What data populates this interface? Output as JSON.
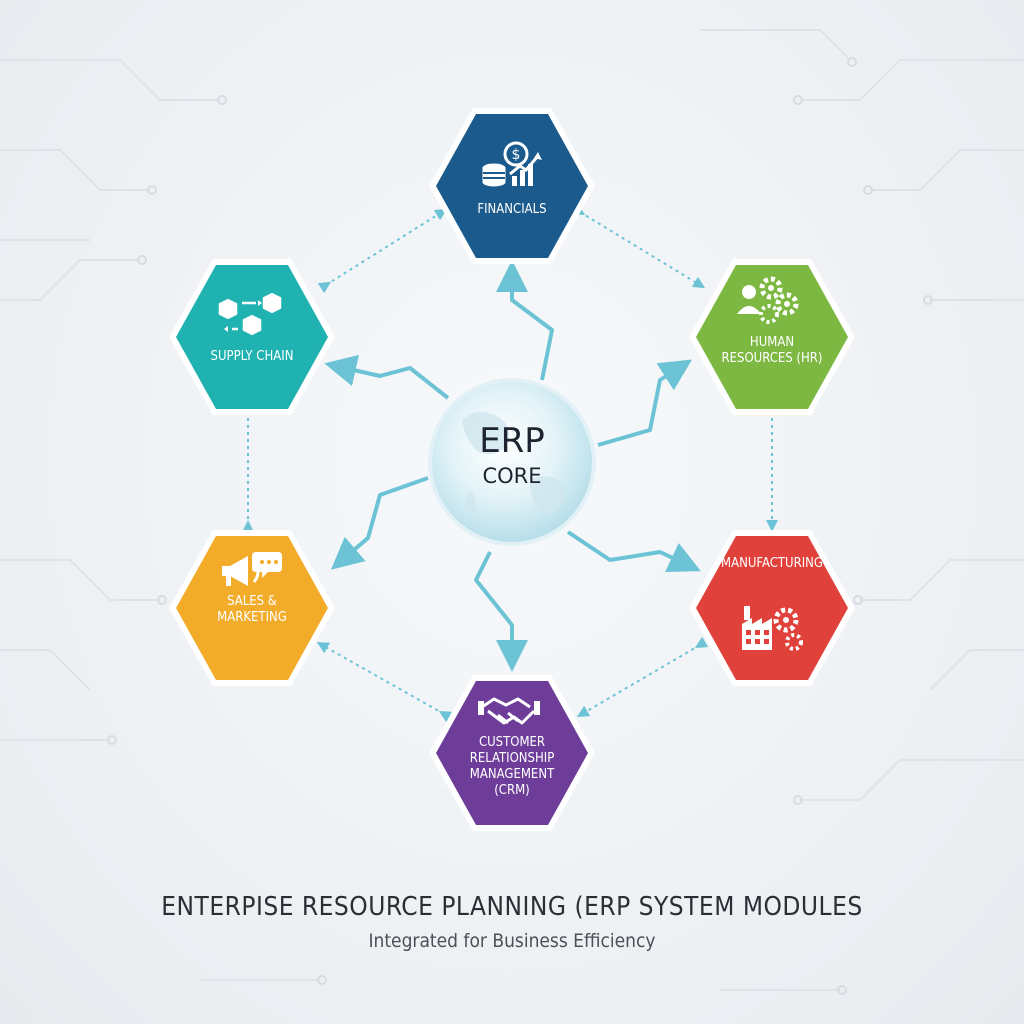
{
  "core": {
    "title": "ERP",
    "subtitle": "CORE"
  },
  "modules": [
    {
      "id": "financials",
      "label": "FINANCIALS",
      "color": "#1b5a8c",
      "icon": "money-growth-icon"
    },
    {
      "id": "human-resources",
      "label": "HUMAN\nRESOURCES (HR)",
      "color": "#7db842",
      "icon": "people-gears-icon"
    },
    {
      "id": "manufacturing",
      "label": "MANUFACTURING",
      "color": "#e0413a",
      "icon": "factory-gears-icon"
    },
    {
      "id": "crm",
      "label": "CUSTOMER\nRELATIONSHIP\nMANAGEMENT\n(CRM)",
      "color": "#6e3d99",
      "icon": "handshake-icon"
    },
    {
      "id": "sales-marketing",
      "label": "SALES &\nMARKETING",
      "color": "#f2ac2a",
      "icon": "megaphone-icon"
    },
    {
      "id": "supply-chain",
      "label": "SUPPLY CHAIN",
      "color": "#1fb2b0",
      "icon": "boxes-icon"
    }
  ],
  "footer": {
    "title": "ENTERPISE RESOURCE PLANNING (ERP SYSTEM MODULES",
    "subtitle": "Integrated for Business Efficiency"
  },
  "connector_color": "#6cc3d6"
}
